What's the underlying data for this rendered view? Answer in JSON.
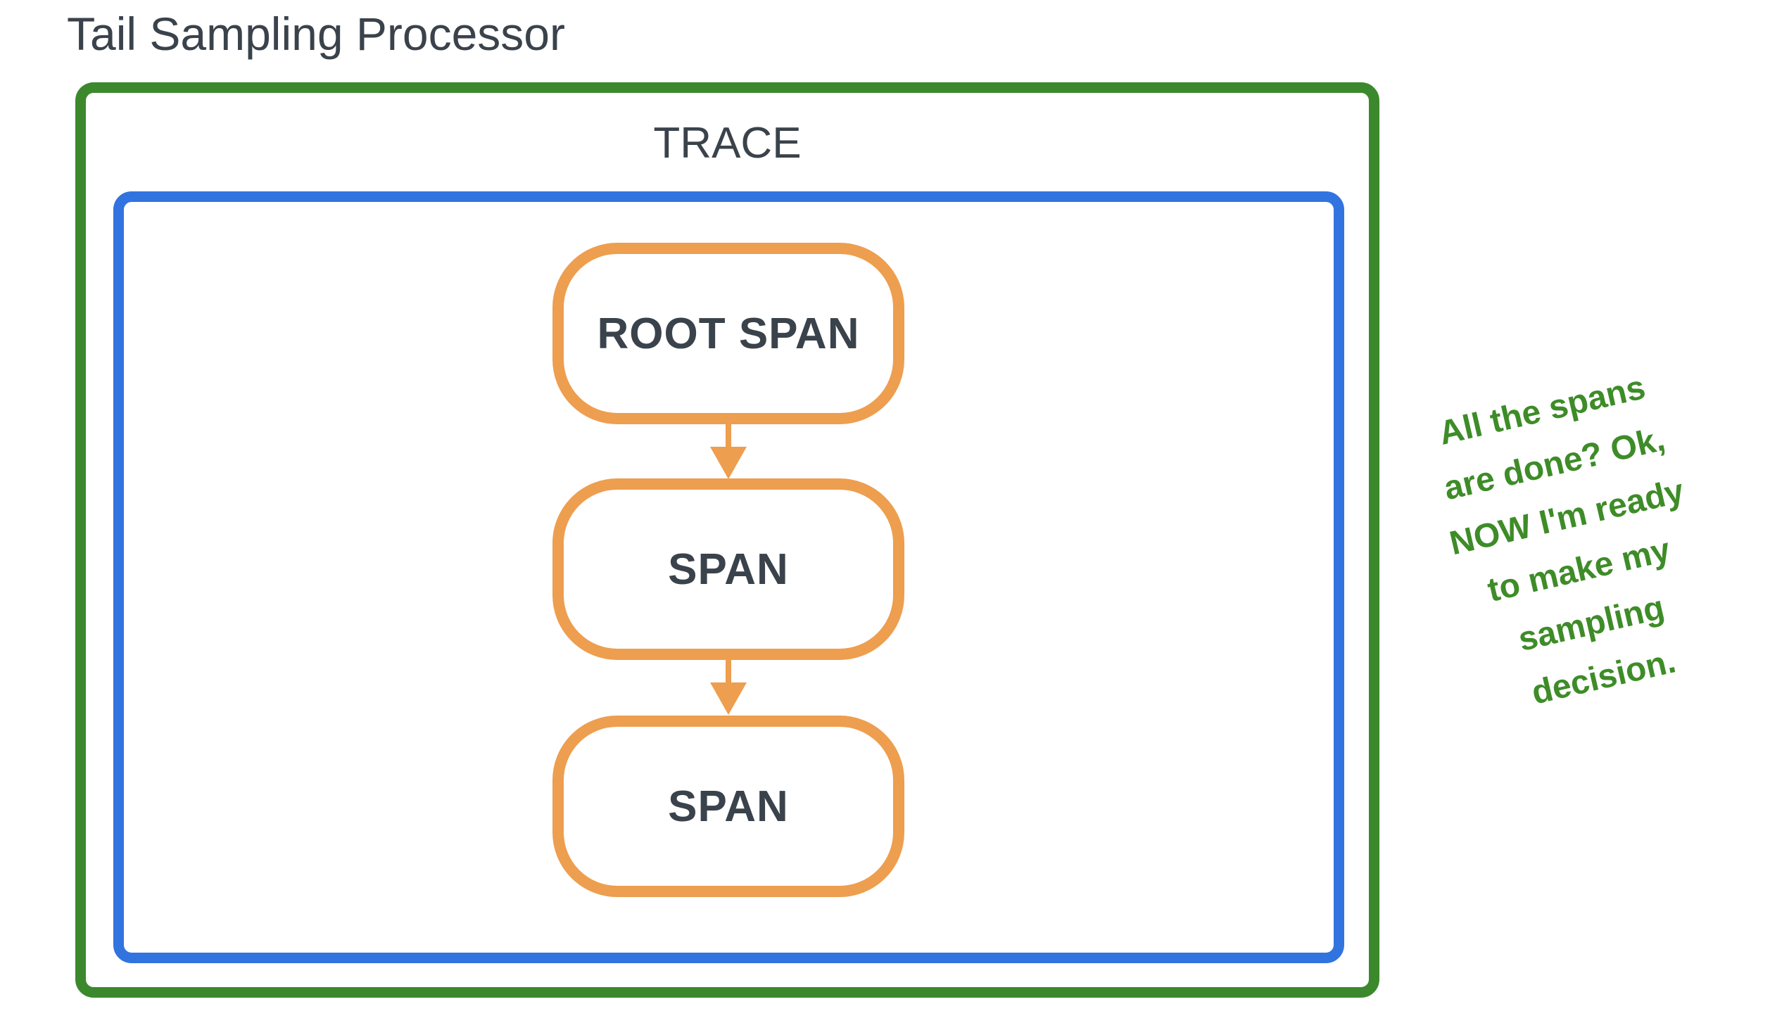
{
  "title": "Tail Sampling Processor",
  "trace_label": "TRACE",
  "spans": [
    {
      "label": "ROOT SPAN"
    },
    {
      "label": "SPAN"
    },
    {
      "label": "SPAN"
    }
  ],
  "annotation": {
    "lines": [
      "All the spans",
      "are done? Ok,",
      "NOW I'm ready",
      "to make my",
      "sampling",
      "decision."
    ]
  },
  "colors": {
    "background": "#ffffff",
    "dark": "#3a424b",
    "green": "#3c882d",
    "blue": "#3274df",
    "orange": "#ed9e4f",
    "annotation_green": "#3e8c28"
  }
}
